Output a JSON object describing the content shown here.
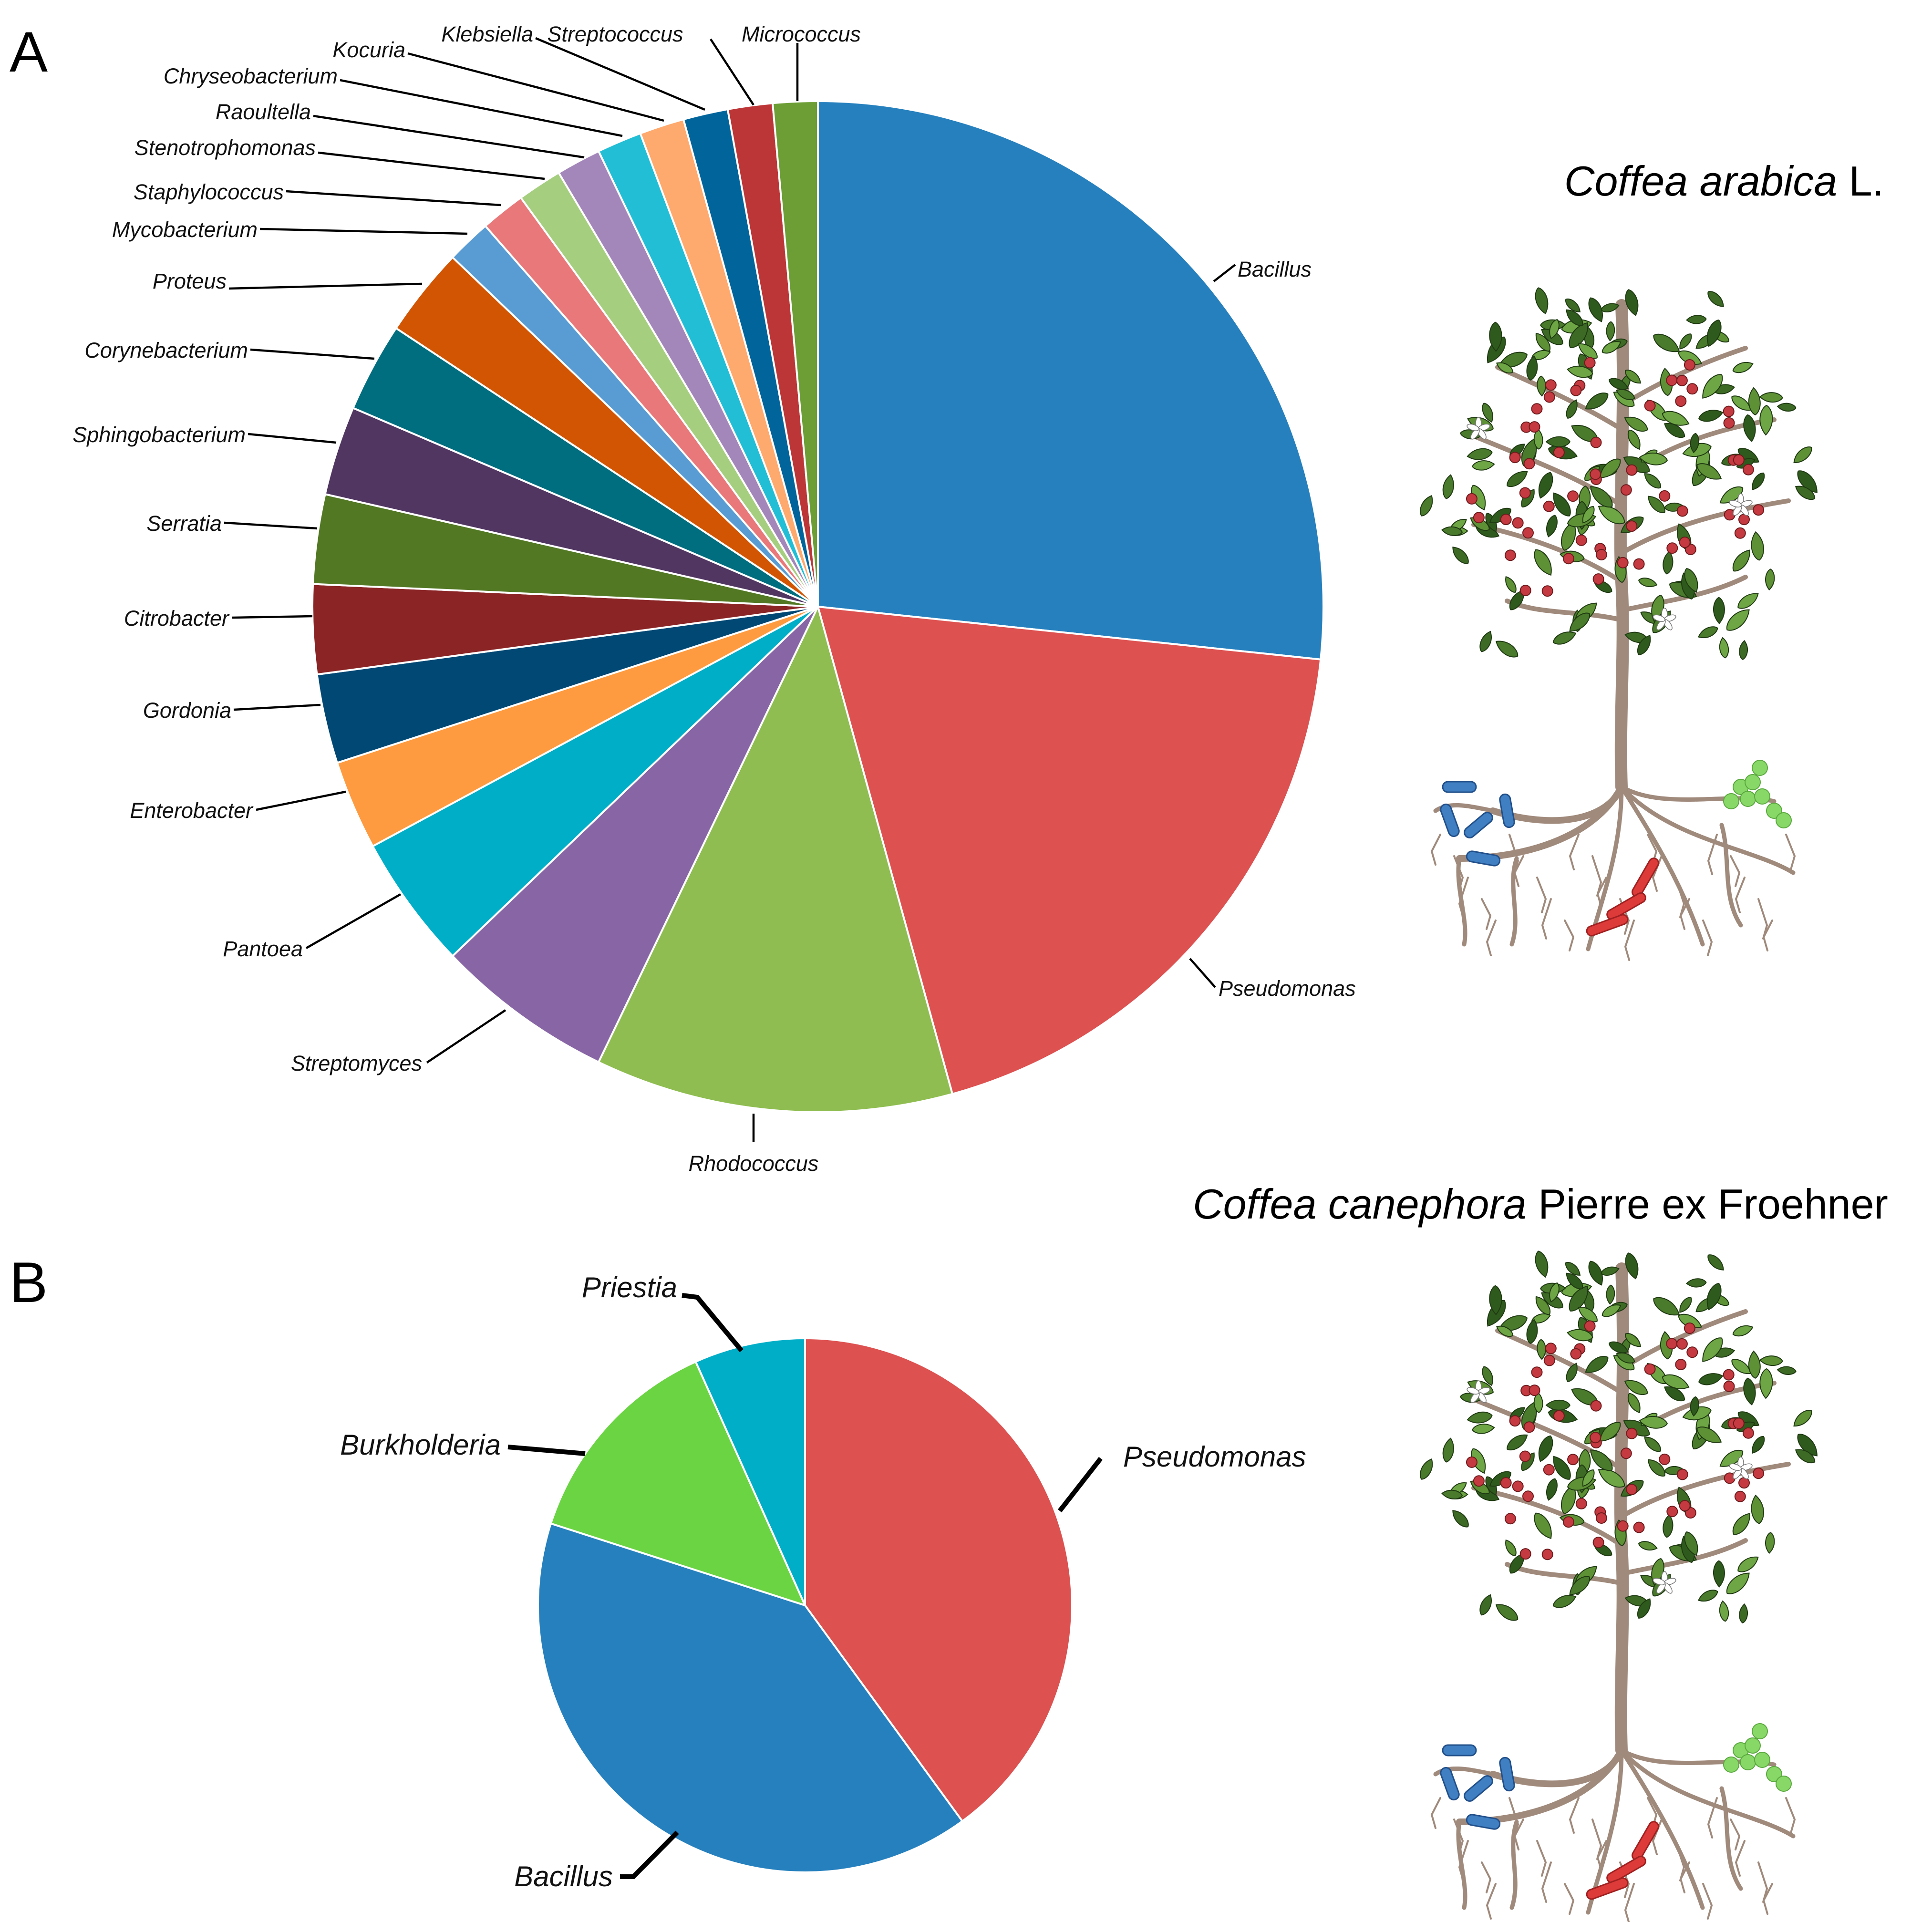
{
  "panels": {
    "a": {
      "letter": "A",
      "species": {
        "genus_species": "Coffea arabica",
        "authority": " L."
      }
    },
    "b": {
      "letter": "B",
      "species": {
        "genus_species": "Coffea canephora",
        "authority": " Pierre ex Froehner"
      }
    }
  },
  "chart_data": [
    {
      "type": "pie",
      "panel": "A",
      "slices": [
        {
          "label": "Bacillus",
          "value": 28,
          "color": "#2680be"
        },
        {
          "label": "Pseudomonas",
          "value": 20,
          "color": "#dd5150"
        },
        {
          "label": "Rhodococcus",
          "value": 12,
          "color": "#8fbd51"
        },
        {
          "label": "Streptomyces",
          "value": 6,
          "color": "#8866a6"
        },
        {
          "label": "Pantoea",
          "value": 4.5,
          "color": "#00aec7"
        },
        {
          "label": "Enterobacter",
          "value": 3,
          "color": "#fe9b40"
        },
        {
          "label": "Gordonia",
          "value": 3,
          "color": "#024874"
        },
        {
          "label": "Citrobacter",
          "value": 3,
          "color": "#8a2425"
        },
        {
          "label": "Serratia",
          "value": 3,
          "color": "#527824"
        },
        {
          "label": "Sphingobacterium",
          "value": 3,
          "color": "#513662"
        },
        {
          "label": "Corynebacterium",
          "value": 3,
          "color": "#006e7e"
        },
        {
          "label": "Proteus",
          "value": 3,
          "color": "#d25503"
        },
        {
          "label": "Mycobacterium",
          "value": 1.5,
          "color": "#599cd3"
        },
        {
          "label": "Staphylococcus",
          "value": 1.5,
          "color": "#e9787a"
        },
        {
          "label": "Stenotrophomonas",
          "value": 1.5,
          "color": "#a6ce7f"
        },
        {
          "label": "Raoultella",
          "value": 1.5,
          "color": "#a487ba"
        },
        {
          "label": "Chryseobacterium",
          "value": 1.5,
          "color": "#22bed6"
        },
        {
          "label": "Kocuria",
          "value": 1.5,
          "color": "#fea96e"
        },
        {
          "label": "Klebsiella",
          "value": 1.5,
          "color": "#01659c"
        },
        {
          "label": "Streptococcus",
          "value": 1.5,
          "color": "#bd3637"
        },
        {
          "label": "Micrococcus",
          "value": 1.5,
          "color": "#6c9e35"
        }
      ]
    },
    {
      "type": "pie",
      "panel": "B",
      "slices": [
        {
          "label": "Pseudomonas",
          "value": 37.5,
          "color": "#dd5150"
        },
        {
          "label": "Bacillus",
          "value": 37.5,
          "color": "#2680be"
        },
        {
          "label": "Burkholderia",
          "value": 12.5,
          "color": "#6bd443"
        },
        {
          "label": "Priestia",
          "value": 6.3,
          "color": "#00aec7"
        }
      ]
    }
  ],
  "illustrations": [
    {
      "panel": "A",
      "name": "coffee-plant-illustration",
      "leaf": "#4a7a2c",
      "berry": "#c43a40",
      "trunk": "#a08a7c",
      "bacteria": [
        "#3f7fc2",
        "#88d868",
        "#dd3a3a"
      ]
    },
    {
      "panel": "B",
      "name": "coffee-plant-illustration",
      "leaf": "#4a7a2c",
      "berry": "#c43a40",
      "trunk": "#a08a7c",
      "bacteria": [
        "#3f7fc2",
        "#88d868",
        "#dd3a3a"
      ]
    }
  ]
}
